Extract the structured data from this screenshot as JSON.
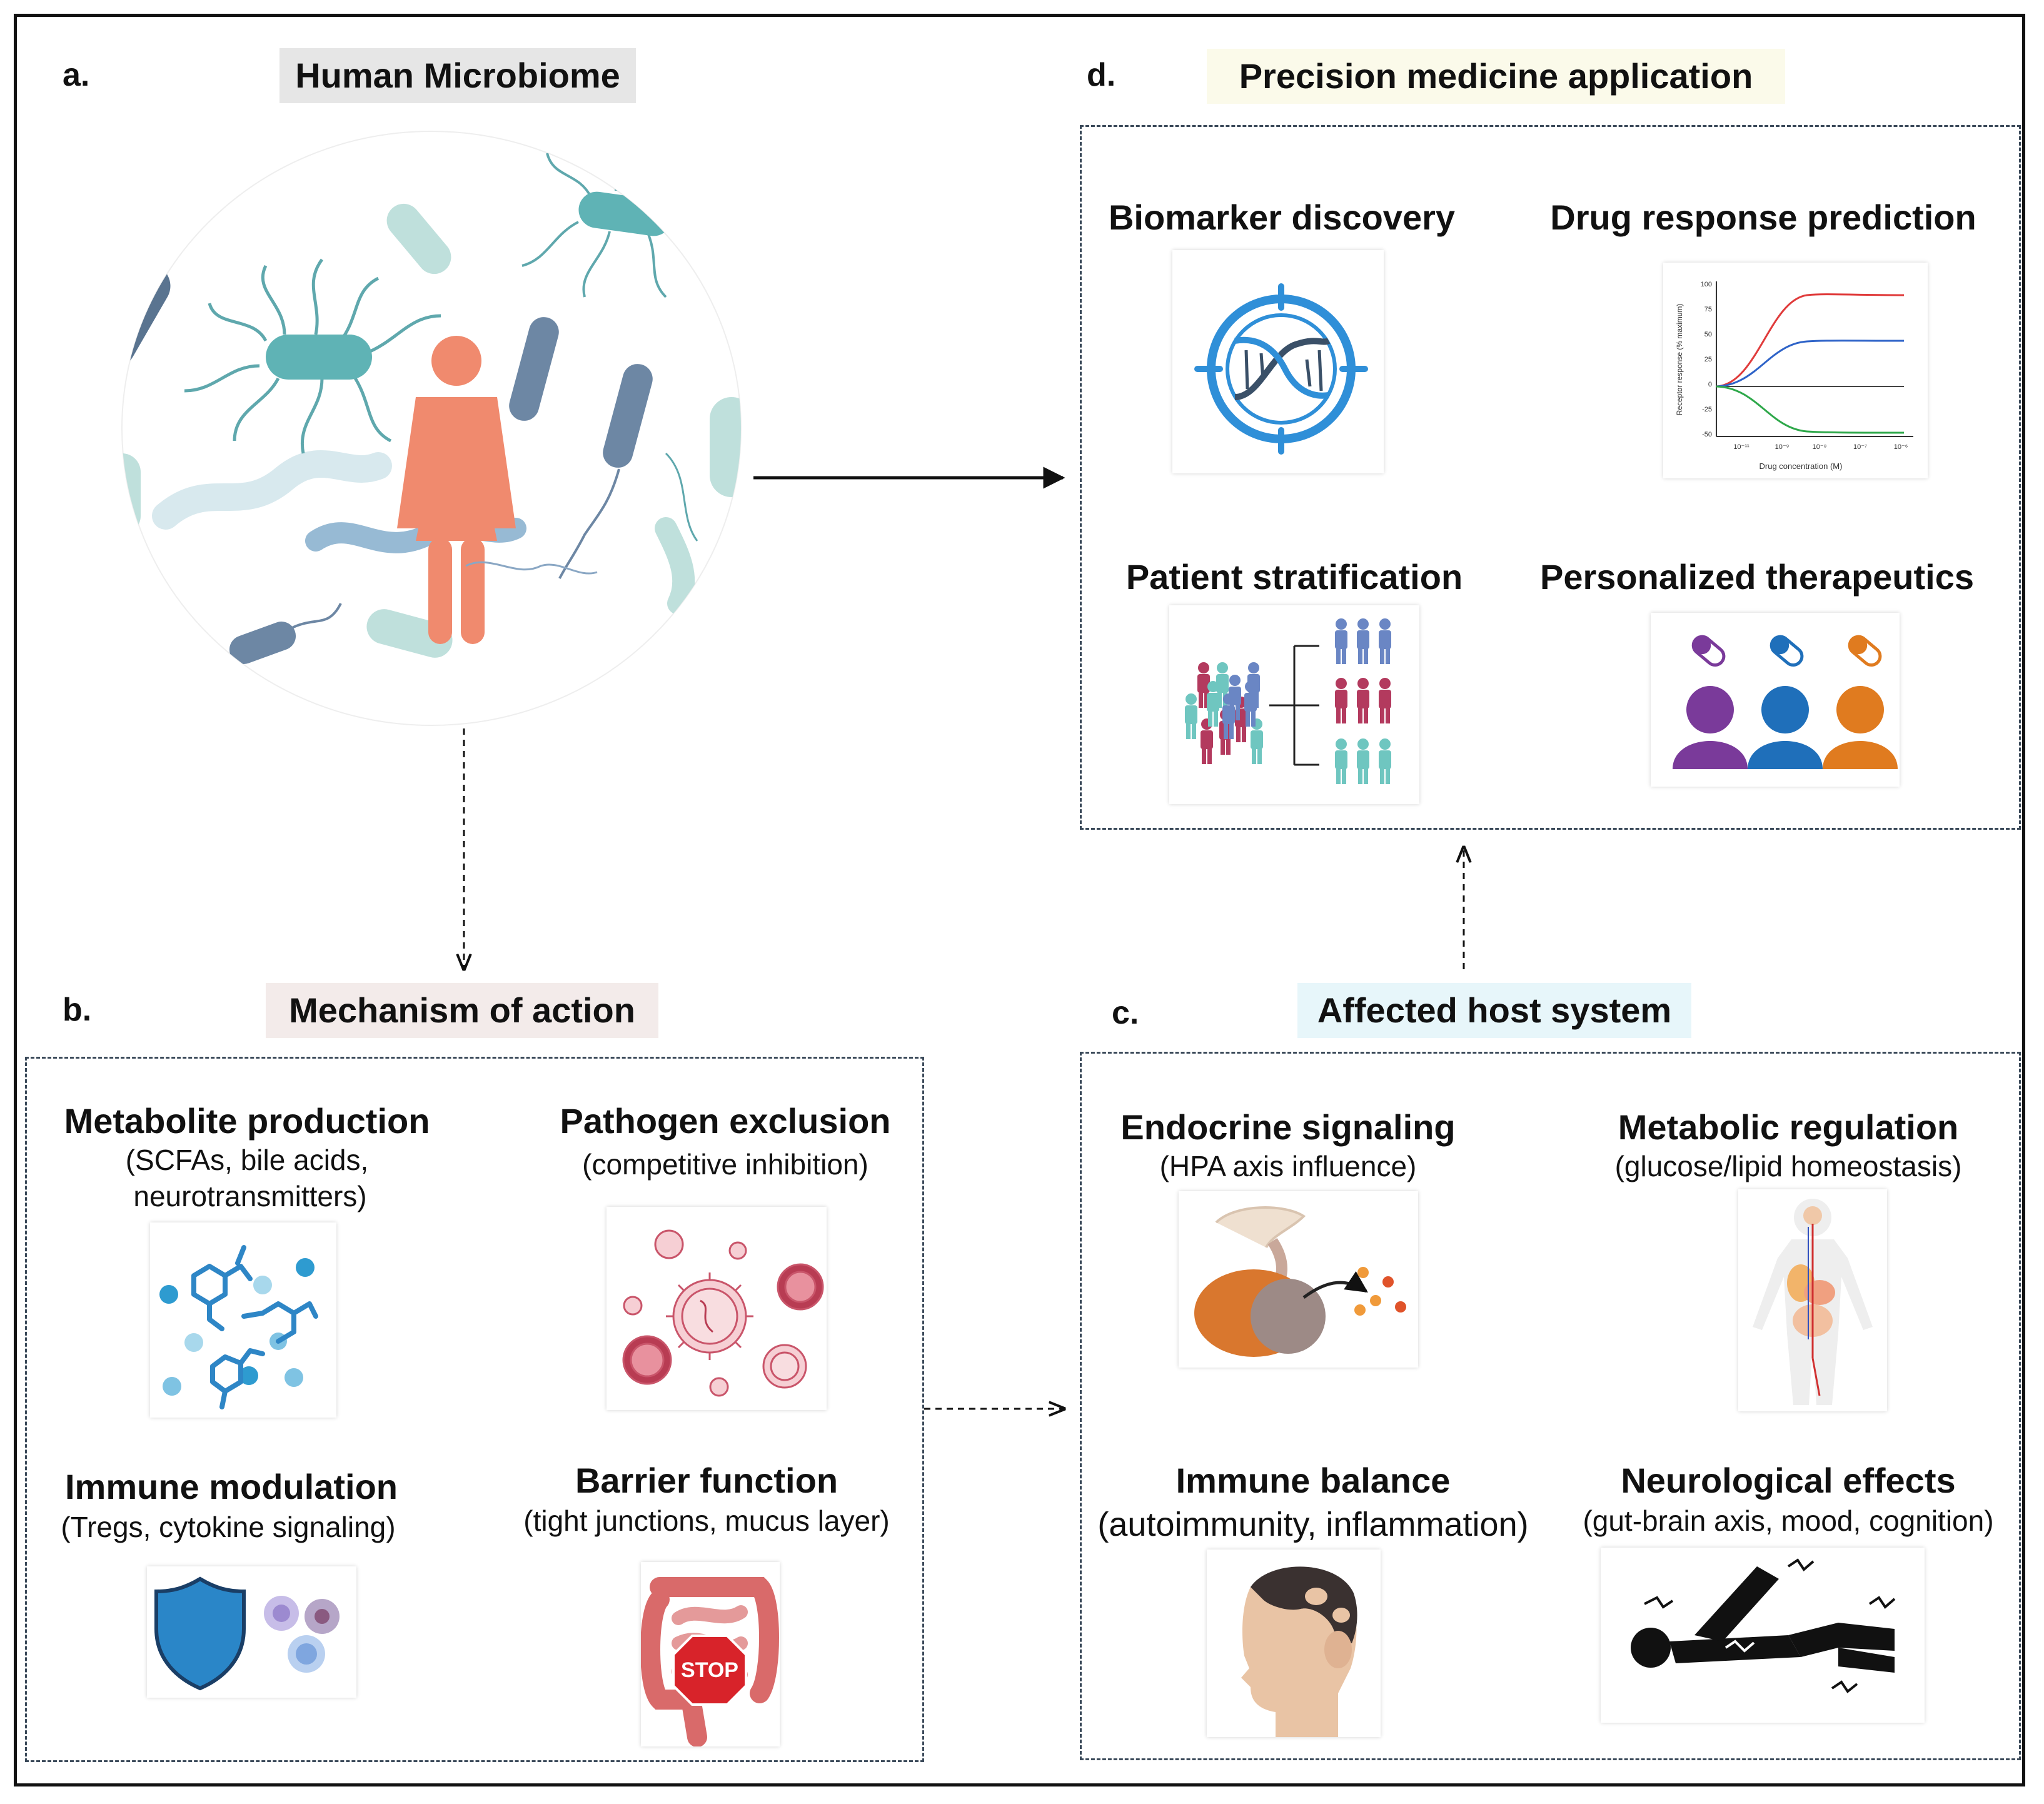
{
  "panels": {
    "a": {
      "letter": "a.",
      "title": "Human Microbiome"
    },
    "b": {
      "letter": "b.",
      "title": "Mechanism of action",
      "items": [
        {
          "heading": "Metabolite production",
          "detail1": "(SCFAs, bile acids,",
          "detail2": "neurotransmitters)",
          "icon": "molecule-icon"
        },
        {
          "heading": "Pathogen exclusion",
          "detail1": "(competitive inhibition)",
          "icon": "virus-icon"
        },
        {
          "heading": "Immune modulation",
          "detail1": "(Tregs, cytokine signaling)",
          "icon": "shield-cells-icon"
        },
        {
          "heading": "Barrier function",
          "detail1": "(tight junctions, mucus layer)",
          "icon": "intestine-stop-icon",
          "stop_label": "STOP"
        }
      ]
    },
    "c": {
      "letter": "c.",
      "title": "Affected host system",
      "items": [
        {
          "heading": "Endocrine signaling",
          "detail1": "(HPA axis influence)",
          "icon": "gland-icon"
        },
        {
          "heading": "Metabolic regulation",
          "detail1": "(glucose/lipid homeostasis)",
          "icon": "body-organs-icon"
        },
        {
          "heading": "Immune balance",
          "detail1": "(autoimmunity, inflammation)",
          "icon": "head-alopecia-icon"
        },
        {
          "heading": "Neurological effects",
          "detail1": "(gut-brain axis, mood, cognition)",
          "icon": "seizure-icon"
        }
      ]
    },
    "d": {
      "letter": "d.",
      "title": "Precision medicine application",
      "items": [
        {
          "heading": "Biomarker discovery",
          "icon": "dna-target-icon"
        },
        {
          "heading": "Drug response prediction",
          "icon": "dose-response-chart-icon"
        },
        {
          "heading": "Patient stratification",
          "icon": "stratification-icon"
        },
        {
          "heading": "Personalized therapeutics",
          "icon": "pills-people-icon"
        }
      ]
    }
  },
  "mini_chart": {
    "ylabel": "Receptor response (% maximum)",
    "xlabel": "Drug concentration (M)",
    "yticks": [
      "100",
      "75",
      "50",
      "25",
      "0",
      "-25",
      "-50"
    ],
    "xticks": [
      "10⁻¹¹",
      "10⁻⁹",
      "10⁻⁸",
      "10⁻⁷",
      "10⁻⁶"
    ]
  },
  "colors": {
    "a_title_bg": "#e6e6e6",
    "b_title_bg": "#f3ebea",
    "c_title_bg": "#e7f6fa",
    "d_title_bg": "#fbfaea",
    "person": "#f08a6e",
    "teal": "#5fb3b5",
    "slate": "#607d99"
  }
}
